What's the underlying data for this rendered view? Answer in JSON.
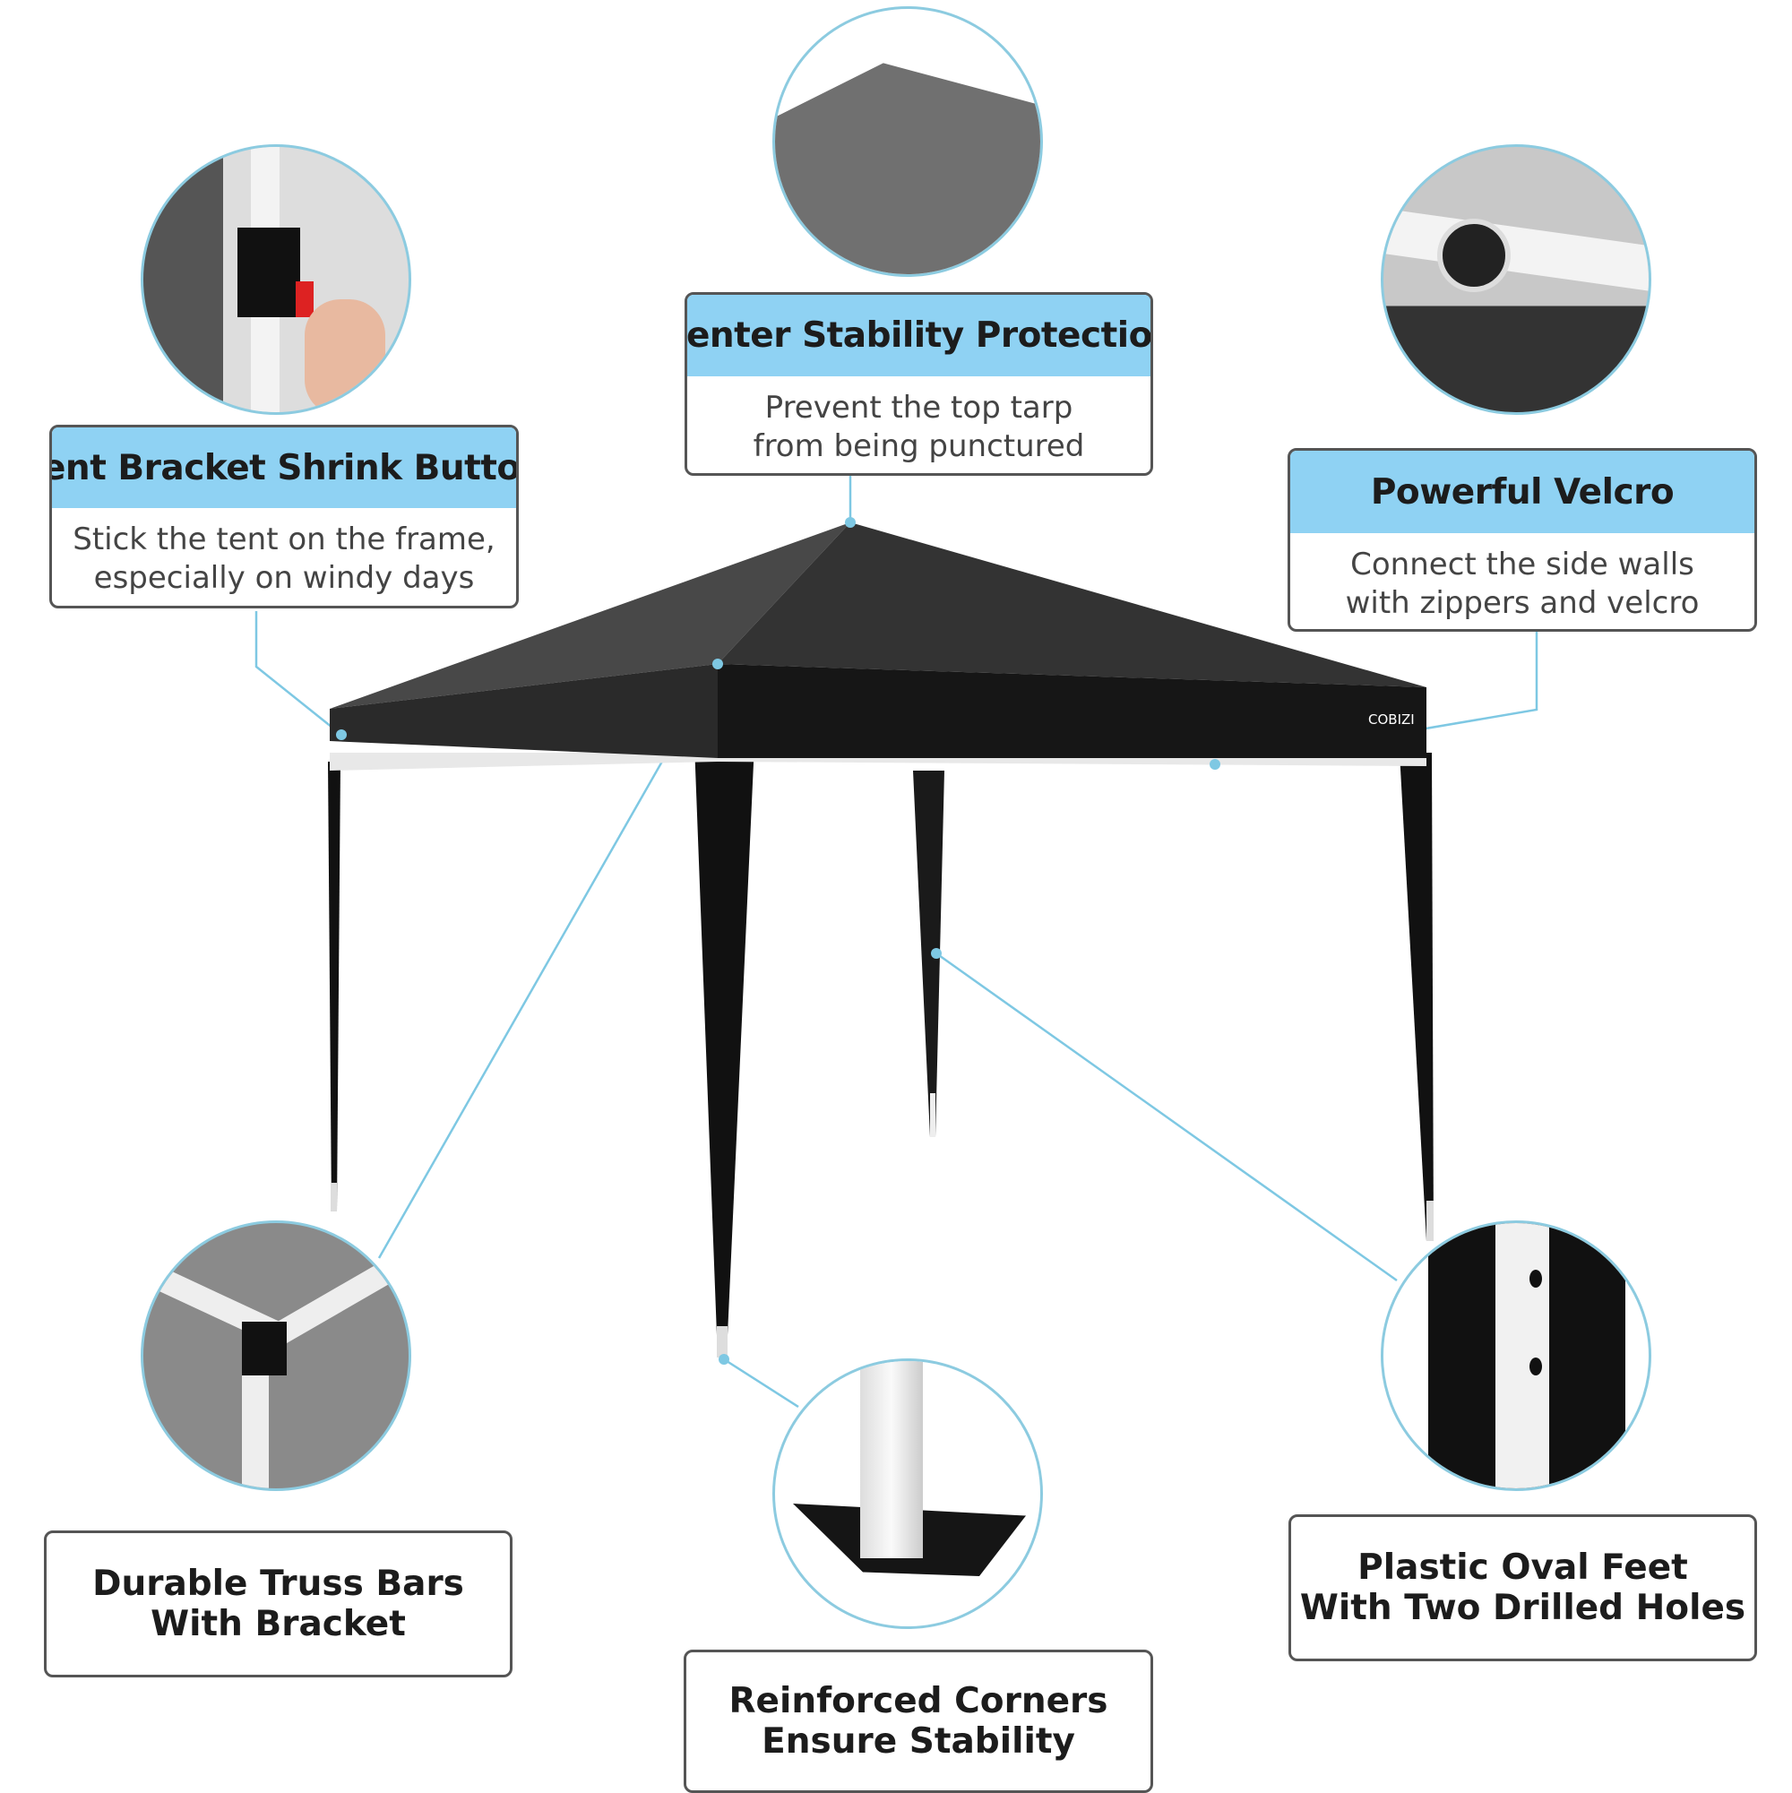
{
  "features": [
    {
      "title": "Tent Bracket Shrink Button",
      "lines": [
        "Stick the tent on the frame,",
        "especially on windy days"
      ]
    },
    {
      "title": "Center Stability Protection",
      "lines": [
        "Prevent the top tarp",
        "from being punctured"
      ]
    },
    {
      "title": "Powerful Velcro",
      "lines": [
        "Connect the side walls",
        "with zippers and velcro"
      ]
    },
    {
      "lines": [
        "Durable Truss Bars",
        "With Bracket"
      ]
    },
    {
      "lines": [
        "Reinforced Corners",
        "Ensure Stability"
      ]
    },
    {
      "lines": [
        "Plastic Oval Feet",
        "With Two Drilled Holes"
      ]
    }
  ],
  "brand": "COBIZI",
  "colors": {
    "header": "#8fd2f3",
    "leader": "#7ec8e3",
    "canopy": "#3a3a3a",
    "border": "#555555"
  }
}
